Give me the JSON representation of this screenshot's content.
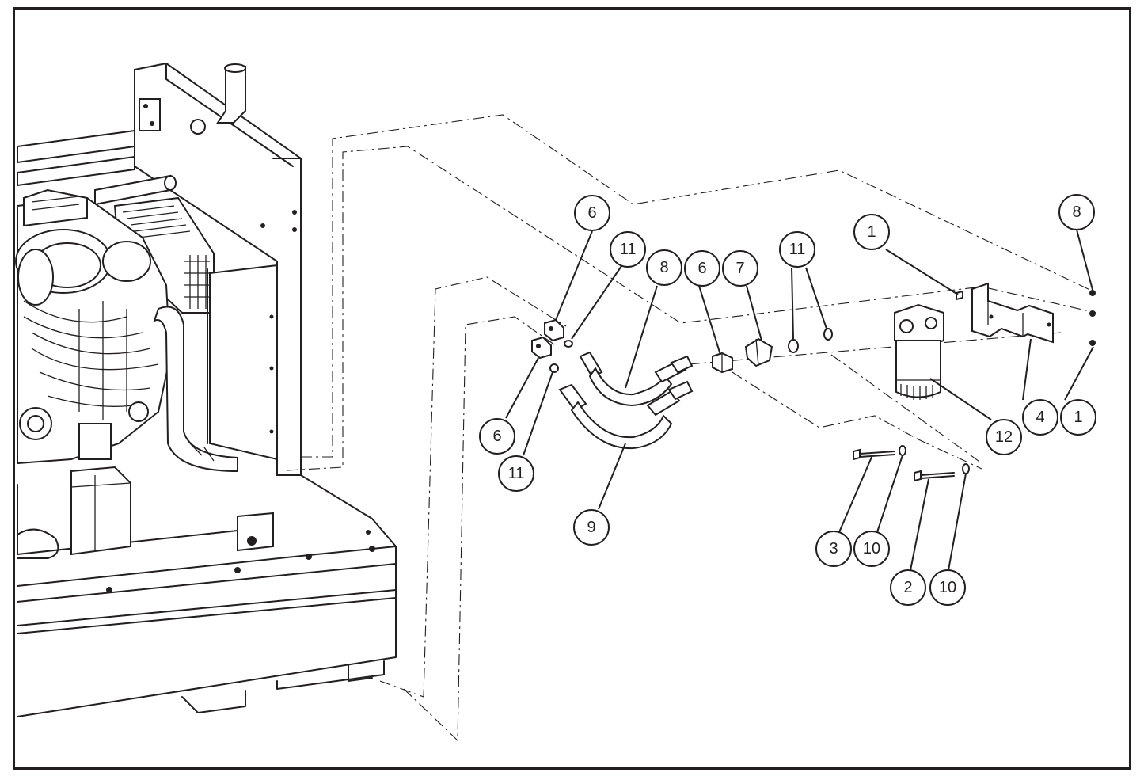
{
  "callouts": {
    "c_1a": "1",
    "c_1b": "1",
    "c_2": "2",
    "c_3": "3",
    "c_4": "4",
    "c_6a": "6",
    "c_6b": "6",
    "c_6c": "6",
    "c_7": "7",
    "c_8a": "8",
    "c_8b": "8",
    "c_9": "9",
    "c_10a": "10",
    "c_10b": "10",
    "c_11a": "11",
    "c_11b": "11",
    "c_11c": "11",
    "c_12": "12"
  },
  "colors": {
    "line": "#231f20",
    "background": "#ffffff"
  }
}
